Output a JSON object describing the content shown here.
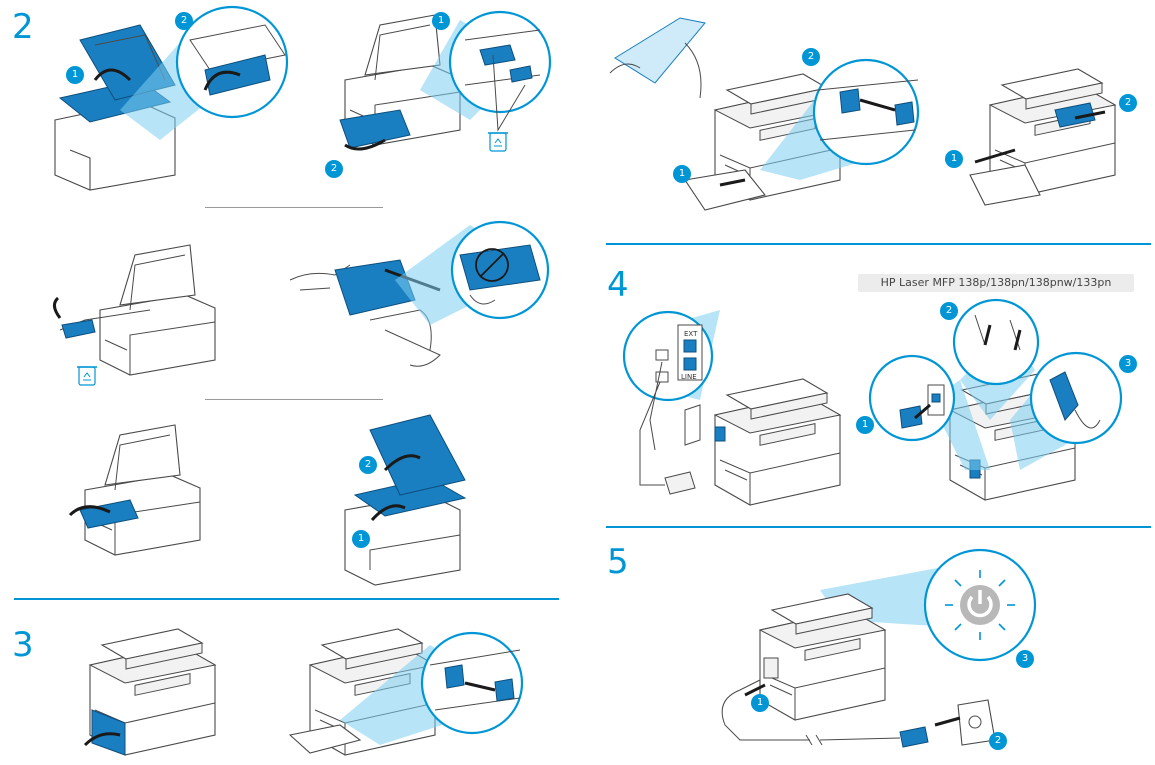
{
  "steps": {
    "s2": "2",
    "s3": "3",
    "s4": "4",
    "s5": "5"
  },
  "badges": {
    "one": "1",
    "two": "2",
    "three": "3"
  },
  "model_label": "HP Laser MFP 138p/138pn/138pnw/133pn",
  "jack_labels": {
    "ext": "EXT",
    "line": "LINE"
  },
  "colors": {
    "accent": "#0096d6",
    "part_blue": "#1a7fc0",
    "highlight": "#7ccdf0"
  },
  "icons": [
    "recycle-icon",
    "power-icon",
    "arrow-icon"
  ]
}
